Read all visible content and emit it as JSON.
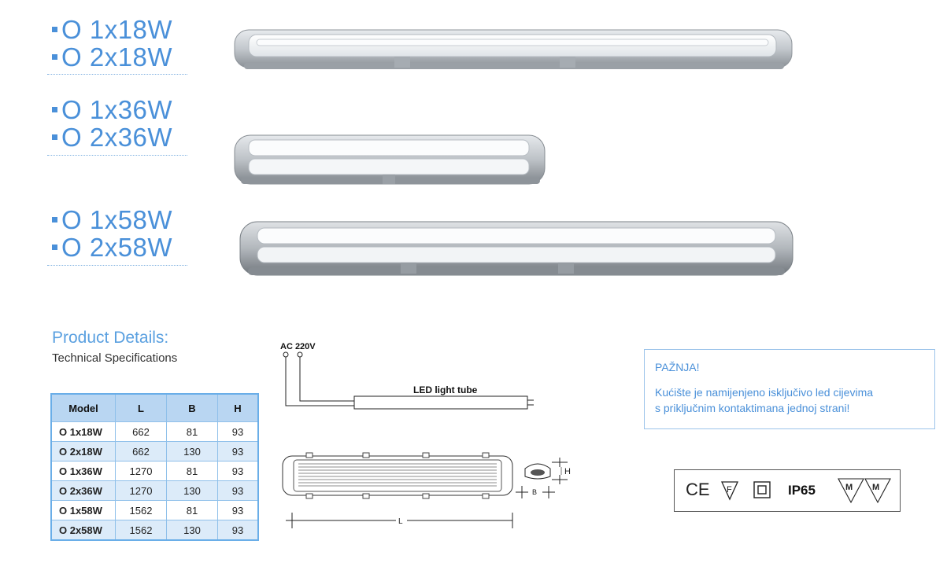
{
  "models": [
    [
      "O 1x18W",
      "O 2x18W"
    ],
    [
      "O 1x36W",
      "O 2x36W"
    ],
    [
      "O 1x58W",
      "O 2x58W"
    ]
  ],
  "details": {
    "title": "Product Details:",
    "subtitle": "Technical Specifications"
  },
  "table": {
    "headers": [
      "Model",
      "L",
      "B",
      "H"
    ],
    "rows": [
      [
        "O 1x18W",
        "662",
        "81",
        "93"
      ],
      [
        "O 2x18W",
        "662",
        "130",
        "93"
      ],
      [
        "O 1x36W",
        "1270",
        "81",
        "93"
      ],
      [
        "O 2x36W",
        "1270",
        "130",
        "93"
      ],
      [
        "O 1x58W",
        "1562",
        "81",
        "93"
      ],
      [
        "O 2x58W",
        "1562",
        "130",
        "93"
      ]
    ]
  },
  "wiring": {
    "supply_label": "AC 220V",
    "tube_label": "LED light tube"
  },
  "dimension_labels": {
    "length": "L",
    "width": "B",
    "height": "H"
  },
  "notice": {
    "title": "PAŽNJA!",
    "line1": "Kućište je namijenjeno isključivo led cijevima",
    "line2": "s priključnim kontaktimana jednoj strani!"
  },
  "certification": {
    "ce": "CE",
    "f_mark": "F",
    "ip_rating": "IP65",
    "m_mark": "M"
  },
  "colors": {
    "accent_blue": "#4a90d9",
    "table_header": "#b9d6f2",
    "table_alt_row": "#dcebf9"
  }
}
